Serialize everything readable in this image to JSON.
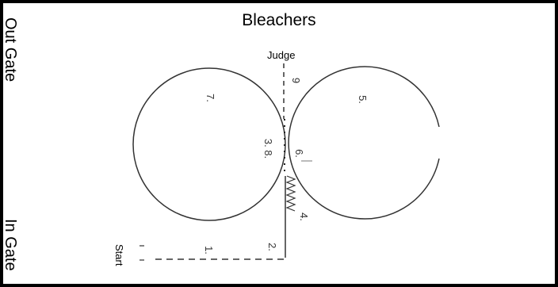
{
  "labels": {
    "bleachers": "Bleachers",
    "out_gate": "Out Gate",
    "in_gate": "In Gate",
    "judge": "Judge",
    "start": "Start"
  },
  "markers": {
    "m1": "1.",
    "m2": "2.",
    "m3_8": "3. 8.",
    "m4": "4.",
    "m5": "5.",
    "m6": "6.",
    "m7": "7.",
    "m9": "9"
  }
}
